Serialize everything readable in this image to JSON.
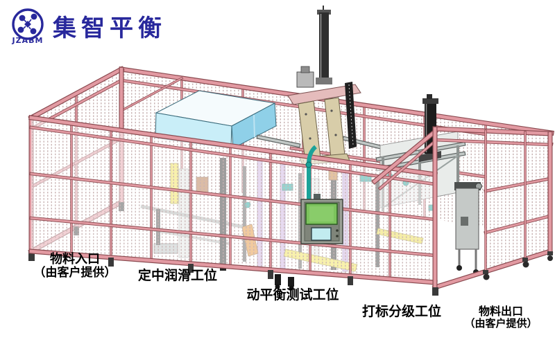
{
  "logo": {
    "short_name": "JZABM",
    "company_name": "集智平衡",
    "navy": "#28289c"
  },
  "machine_labels": {
    "material_inlet": {
      "line1": "物料入口",
      "line2": "（由客户提供）"
    },
    "centering_lubrication_station": "定中润滑工位",
    "dynamic_balance_test_station": "动平衡测试工位",
    "marking_grading_station": "打标分级工位",
    "material_outlet": {
      "line1": "物料出口",
      "line2": "（由客户提供）"
    }
  },
  "colors": {
    "logo_navy": "#28289c",
    "frame_pink": "#e29aa2",
    "frame_outline": "#8a4a50",
    "mesh_dot": "#c9b4b4",
    "hood_front": "#c9eef8",
    "hood_side": "#8fd0e8",
    "hood_top": "#f5fbfd",
    "tower_tan": "#d8cda9",
    "cross_beam_pink": "#e5bcbc",
    "teal": "#1ba299",
    "hmi_body": "#9aa096",
    "hmi_screen_green": "#7cc35d",
    "hmi_screen_cyan": "#c2ecf0",
    "cylinder_black": "#1c1c1c",
    "machine_gray": "#c2c6c4",
    "accent_yellow": "#efe049",
    "accent_purple": "#c9aede",
    "accent_orange": "#e08a2a"
  }
}
